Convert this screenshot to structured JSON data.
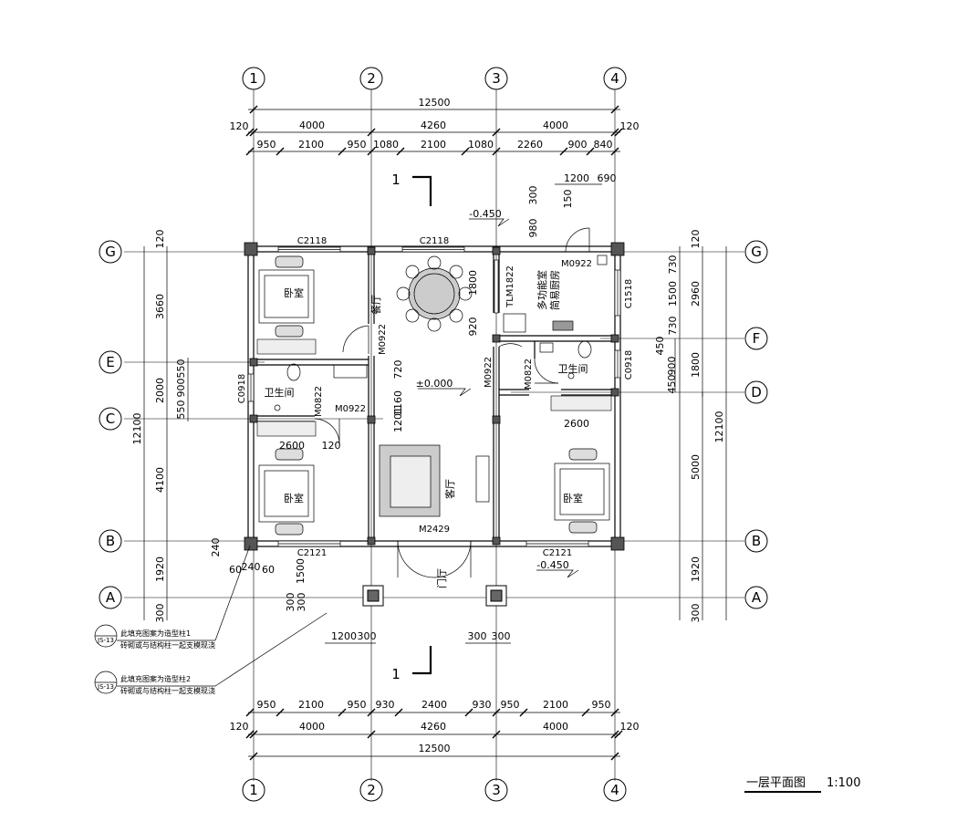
{
  "axes_numbers": [
    "1",
    "2",
    "3",
    "4"
  ],
  "axes_letters": [
    "G",
    "F",
    "E",
    "D",
    "C",
    "B",
    "A"
  ],
  "dims_top": {
    "total": "12500",
    "bays": [
      "4000",
      "4260",
      "4000"
    ],
    "side": "120",
    "detail": [
      "950",
      "2100",
      "950",
      "1080",
      "2100",
      "1080",
      "2260",
      "900",
      "840"
    ],
    "kitchen_top": [
      "1200",
      "690"
    ]
  },
  "dims_bottom": {
    "total": "12500",
    "bays": [
      "4000",
      "4260",
      "4000"
    ],
    "side": "120",
    "detail": [
      "950",
      "2100",
      "950",
      "930",
      "2400",
      "930",
      "950",
      "2100",
      "950"
    ],
    "porch": [
      "1200",
      "300",
      "300",
      "300"
    ]
  },
  "dims_left": {
    "total": "12100",
    "segments": [
      "3660",
      "2000",
      "4100",
      "1920",
      "300"
    ],
    "sub": [
      "550",
      "900",
      "550",
      "120",
      "1500",
      "300",
      "300"
    ]
  },
  "dims_right": {
    "total": "12100",
    "upper": "2960",
    "segments": [
      "730",
      "1500",
      "730",
      "1800",
      "5000",
      "1920",
      "300"
    ],
    "sub": [
      "450",
      "900",
      "450",
      "120"
    ]
  },
  "windows": [
    "C2118",
    "C2118",
    "C0918",
    "C0918",
    "C1518",
    "C2121",
    "C2121",
    "TLM1822"
  ],
  "doors": [
    "M0922",
    "M0922",
    "M0922",
    "M0922",
    "M0822",
    "M0822",
    "M2429"
  ],
  "rooms": {
    "bedroom": "卧室",
    "bathroom": "卫生间",
    "living": "客厅",
    "dining": "餐厅",
    "kitchen_line1": "多功能室",
    "kitchen_line2": "简易厨房",
    "porch": "门厅"
  },
  "levels": {
    "outside_top": "-0.450",
    "floor": "±0.000",
    "outside_bottom": "-0.450"
  },
  "misc_dims": [
    "920",
    "1800",
    "720",
    "1160",
    "1201",
    "2600",
    "2600",
    "120",
    "980",
    "300",
    "150",
    "240",
    "60",
    "240",
    "60"
  ],
  "section_mark": "1",
  "notes": {
    "note1": "此填充图案为造型柱1",
    "note1b": "砖砌或与结构柱一起支模现浇",
    "note2": "此填充图案为造型柱2",
    "note2b": "砖砌或与结构柱一起支模现浇",
    "ref": "JS-13"
  },
  "drawing_title": "一层平面图",
  "scale": "1:100"
}
